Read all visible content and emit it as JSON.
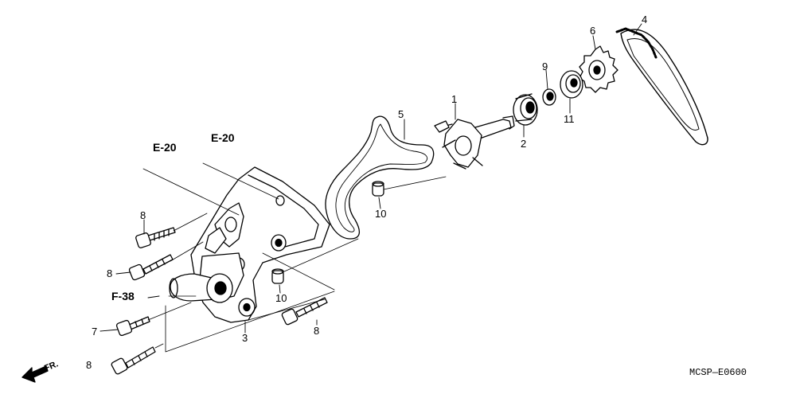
{
  "diagram": {
    "drawing_code": "MCSP—E0600",
    "front_arrow": {
      "label": "FR.",
      "icon": "front-direction-arrow-icon"
    },
    "references": [
      {
        "id": "ref-e20-left",
        "text": "E-20"
      },
      {
        "id": "ref-e20-right",
        "text": "E-20"
      },
      {
        "id": "ref-f38",
        "text": "F-38"
      }
    ],
    "callouts": {
      "c1": "1",
      "c2": "2",
      "c3": "3",
      "c4": "4",
      "c5": "5",
      "c6": "6",
      "c7": "7",
      "c8a": "8",
      "c8b": "8",
      "c8c": "8",
      "c8d": "8",
      "c9": "9",
      "c10a": "10",
      "c10b": "10",
      "c11": "11"
    }
  }
}
